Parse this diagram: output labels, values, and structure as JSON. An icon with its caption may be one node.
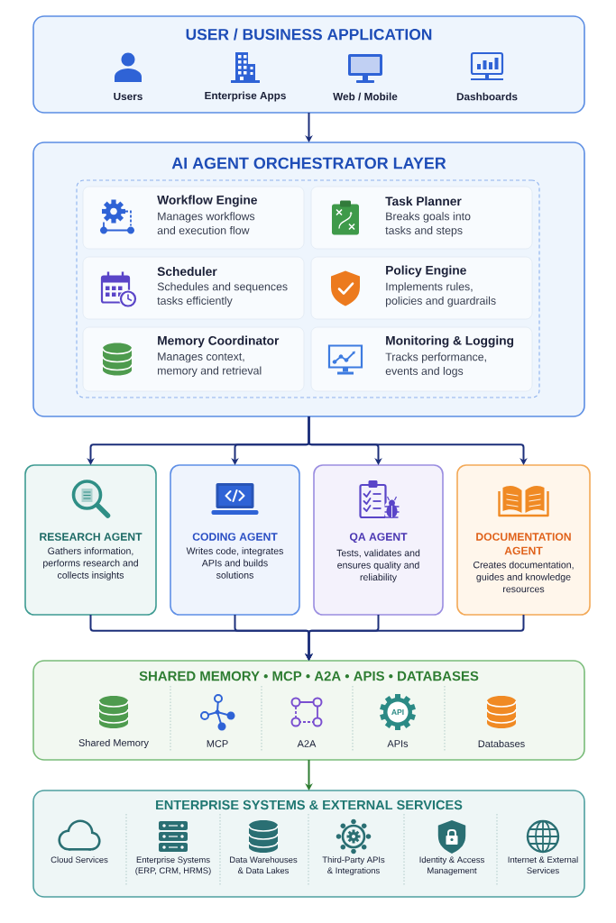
{
  "diagram": {
    "nodes": [
      {
        "text": [
          "USER / BUSINESS APPLICATION",
          "Users",
          "Enterprise Apps",
          "Web / Mobile",
          "Dashboards"
        ]
      },
      {
        "text": [
          "AI AGENT ORCHESTRATOR LAYER"
        ]
      },
      {
        "text": [],
        "shape": "box",
        "in": 1
      },
      {
        "text": [
          "Workflow Engine",
          "Manages workflows and execution flow"
        ],
        "in": 2
      },
      {
        "text": [
          "Task Planner",
          "Breaks goals into tasks and steps"
        ],
        "in": 2
      },
      {
        "text": [
          "Scheduler",
          "Schedules and sequences tasks efficiently"
        ],
        "in": 2
      },
      {
        "text": [
          "Policy Engine",
          "Implements rules, policies and guardrails"
        ],
        "in": 2
      },
      {
        "text": [
          "Memory Coordinator",
          "Manages context, memory and retrieval"
        ],
        "in": 2
      },
      {
        "text": [
          "Monitoring & Logging",
          "Tracks performance, events and logs"
        ],
        "in": 2
      },
      {
        "text": [
          "RESEARCH AGENT",
          "Gathers information, performs research and collects insights"
        ]
      },
      {
        "text": [
          "CODING AGENT",
          "Writes code, integrates APIs and builds solutions"
        ]
      },
      {
        "text": [
          "QA AGENT",
          "Tests, validates and ensures quality and reliability"
        ]
      },
      {
        "text": [
          "DOCUMENTATION AGENT",
          "Creates documentation, guides and knowledge resources"
        ]
      },
      {
        "text": [
          "SHARED MEMORY • MCP • A2A • APIS • DATABASES",
          "Shared Memory",
          "MCP",
          "A2A",
          "API",
          "APIs",
          "Databases"
        ]
      },
      {
        "text": [
          "ENTERPRISE SYSTEMS & EXTERNAL SERVICES",
          "Cloud Services",
          "Enterprise Systems (ERP, CRM, HRMS)",
          "Data Warehouses & Data Lakes",
          "Third-Party APIs & Integrations",
          "Identity & Access Management",
          "Internet & External Services"
        ]
      }
    ],
    "edges": [
      {
        "from": 0,
        "to": 1,
        "arrow": "to"
      },
      {
        "from": 1,
        "to": 9,
        "arrow": "to"
      },
      {
        "from": 1,
        "to": 10,
        "arrow": "to"
      },
      {
        "from": 1,
        "to": 11,
        "arrow": "to"
      },
      {
        "from": 1,
        "to": 12,
        "arrow": "to"
      },
      {
        "from": 9,
        "to": 13,
        "arrow": "to"
      },
      {
        "from": 10,
        "to": 13,
        "arrow": "to"
      },
      {
        "from": 11,
        "to": 13,
        "arrow": "to"
      },
      {
        "from": 12,
        "to": 13,
        "arrow": "to"
      },
      {
        "from": 13,
        "to": 14,
        "arrow": "to",
        "color": "#2e7d32"
      }
    ]
  }
}
